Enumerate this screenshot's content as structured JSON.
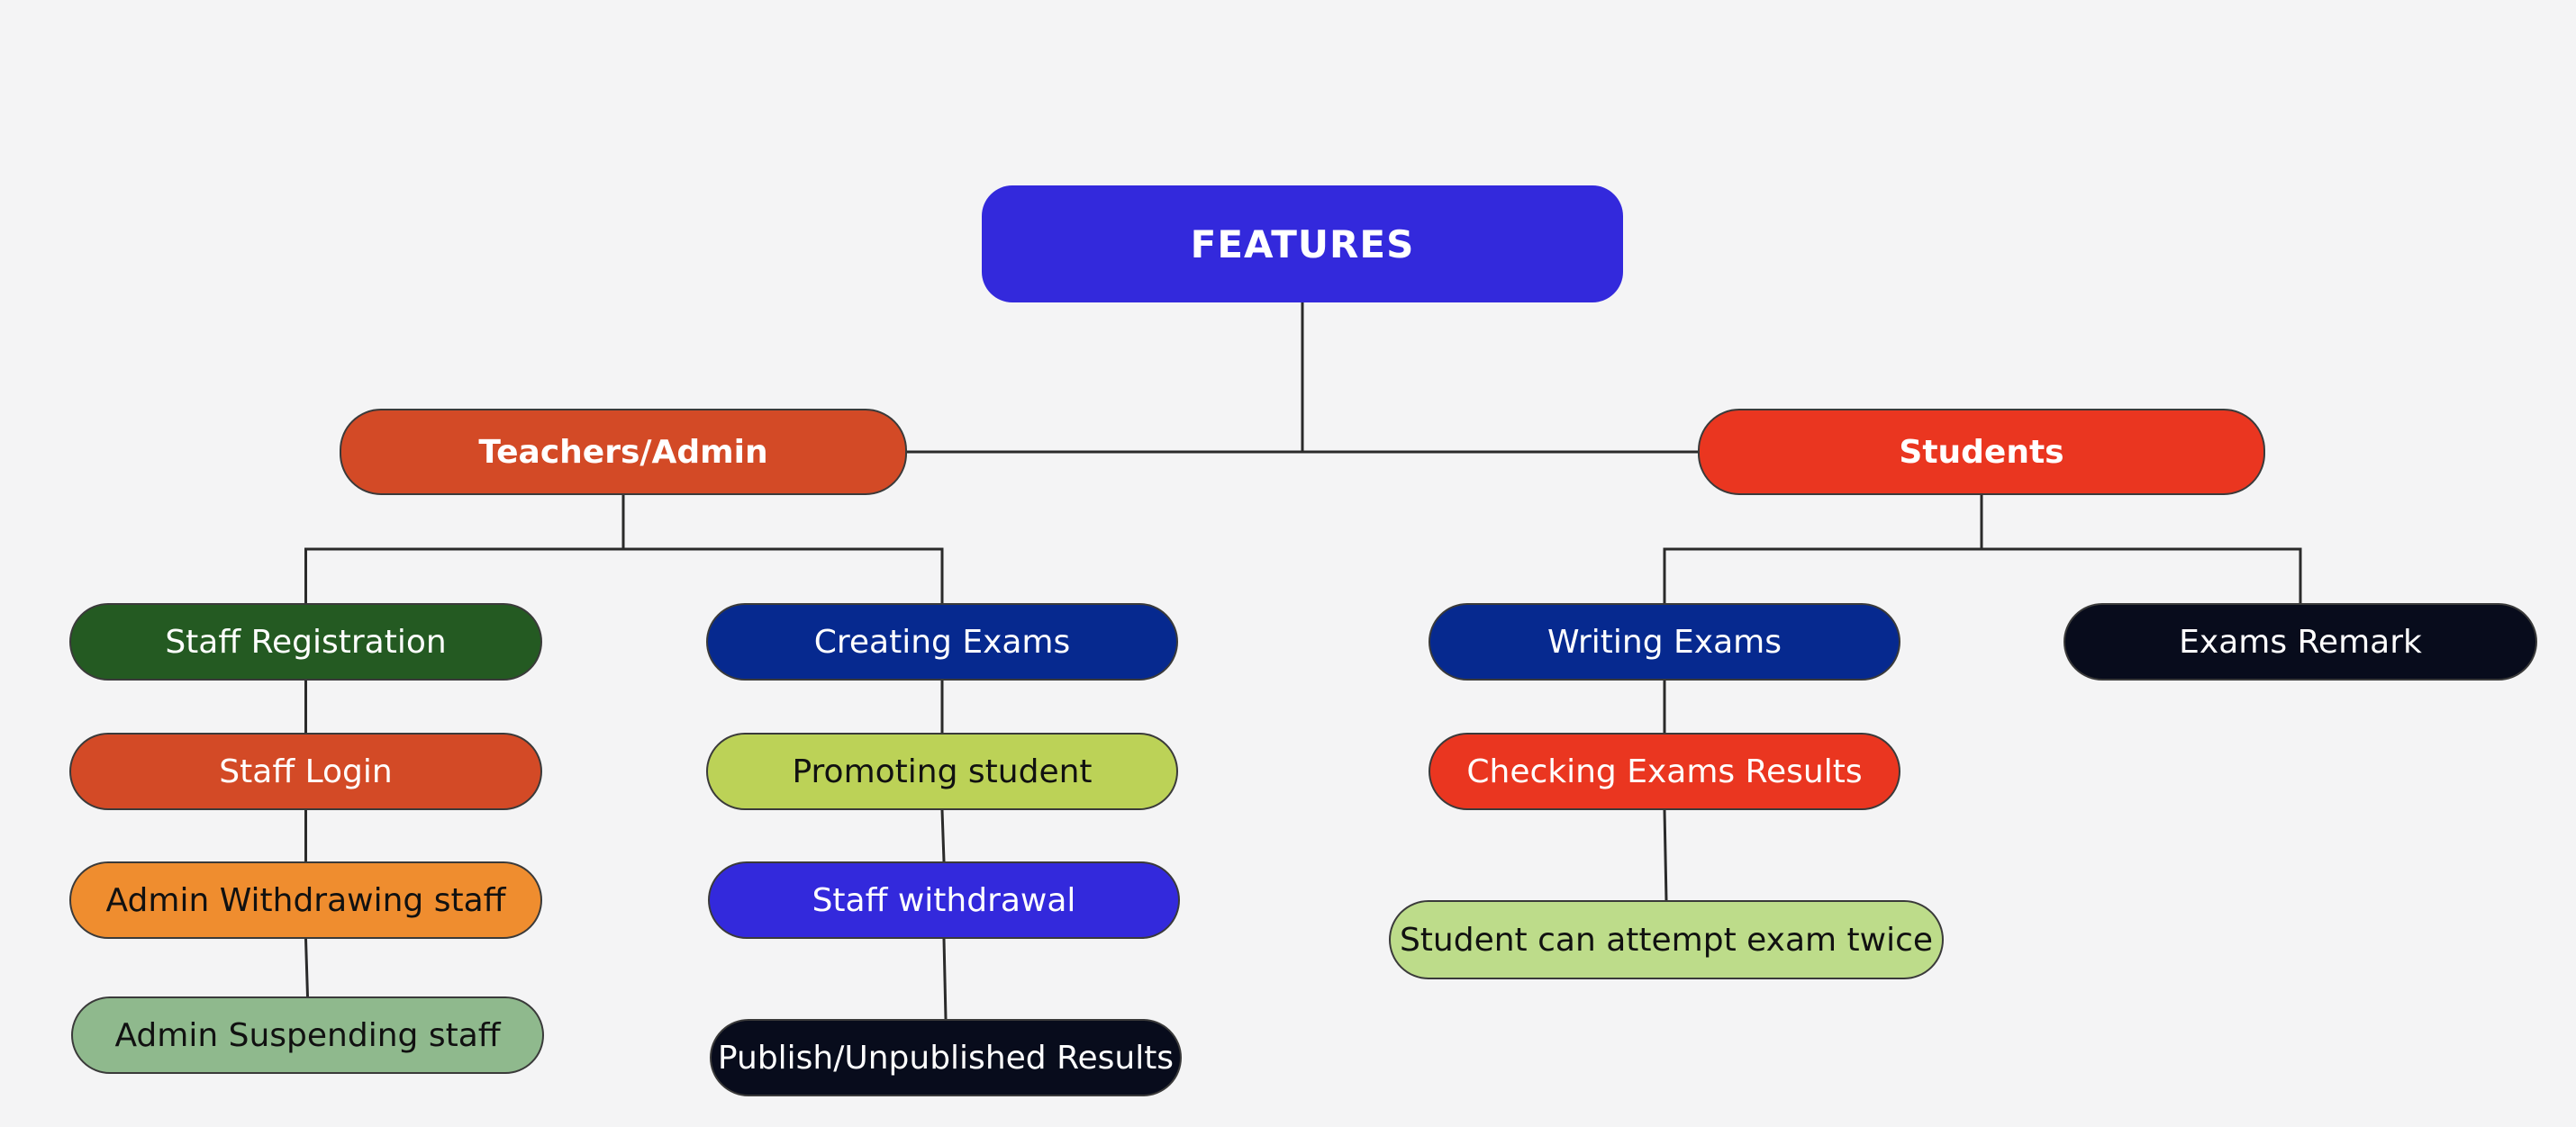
{
  "diagram": {
    "nodes": {
      "root": {
        "label": "FEATURES",
        "bg": "#3329dc",
        "fg": "#ffffff"
      },
      "teachers": {
        "label": "Teachers/Admin",
        "bg": "#d34a26",
        "fg": "#ffffff"
      },
      "students": {
        "label": "Students",
        "bg": "#ea3620",
        "fg": "#ffffff"
      },
      "staff_reg": {
        "label": "Staff Registration",
        "bg": "#245a22",
        "fg": "#ffffff"
      },
      "staff_login": {
        "label": "Staff Login",
        "bg": "#d34a26",
        "fg": "#ffffff"
      },
      "admin_wd": {
        "label": "Admin Withdrawing staff",
        "bg": "#ef8d2f",
        "fg": "#111111"
      },
      "admin_susp": {
        "label": "Admin Suspending staff",
        "bg": "#8fb98d",
        "fg": "#111111"
      },
      "creating": {
        "label": "Creating Exams",
        "bg": "#06298f",
        "fg": "#ffffff"
      },
      "promoting": {
        "label": "Promoting student",
        "bg": "#bcd257",
        "fg": "#111111"
      },
      "staff_wd": {
        "label": "Staff withdrawal",
        "bg": "#3329dc",
        "fg": "#ffffff"
      },
      "publish": {
        "label": "Publish/Unpublished Results",
        "bg": "#080c1c",
        "fg": "#ffffff"
      },
      "writing": {
        "label": "Writing Exams",
        "bg": "#06298f",
        "fg": "#ffffff"
      },
      "checking": {
        "label": "Checking Exams Results",
        "bg": "#ea3620",
        "fg": "#ffffff"
      },
      "attempt": {
        "label": "Student can attempt exam twice",
        "bg": "#bddc8a",
        "fg": "#111111"
      },
      "remark": {
        "label": "Exams Remark",
        "bg": "#080c1c",
        "fg": "#ffffff"
      }
    },
    "edges": [
      [
        "root",
        "teachers"
      ],
      [
        "root",
        "students"
      ],
      [
        "teachers",
        "staff_reg"
      ],
      [
        "teachers",
        "creating"
      ],
      [
        "staff_reg",
        "staff_login"
      ],
      [
        "staff_login",
        "admin_wd"
      ],
      [
        "admin_wd",
        "admin_susp"
      ],
      [
        "creating",
        "promoting"
      ],
      [
        "promoting",
        "staff_wd"
      ],
      [
        "staff_wd",
        "publish"
      ],
      [
        "students",
        "writing"
      ],
      [
        "students",
        "remark"
      ],
      [
        "writing",
        "checking"
      ],
      [
        "checking",
        "attempt"
      ]
    ],
    "line_color": "#2a2a2a"
  }
}
